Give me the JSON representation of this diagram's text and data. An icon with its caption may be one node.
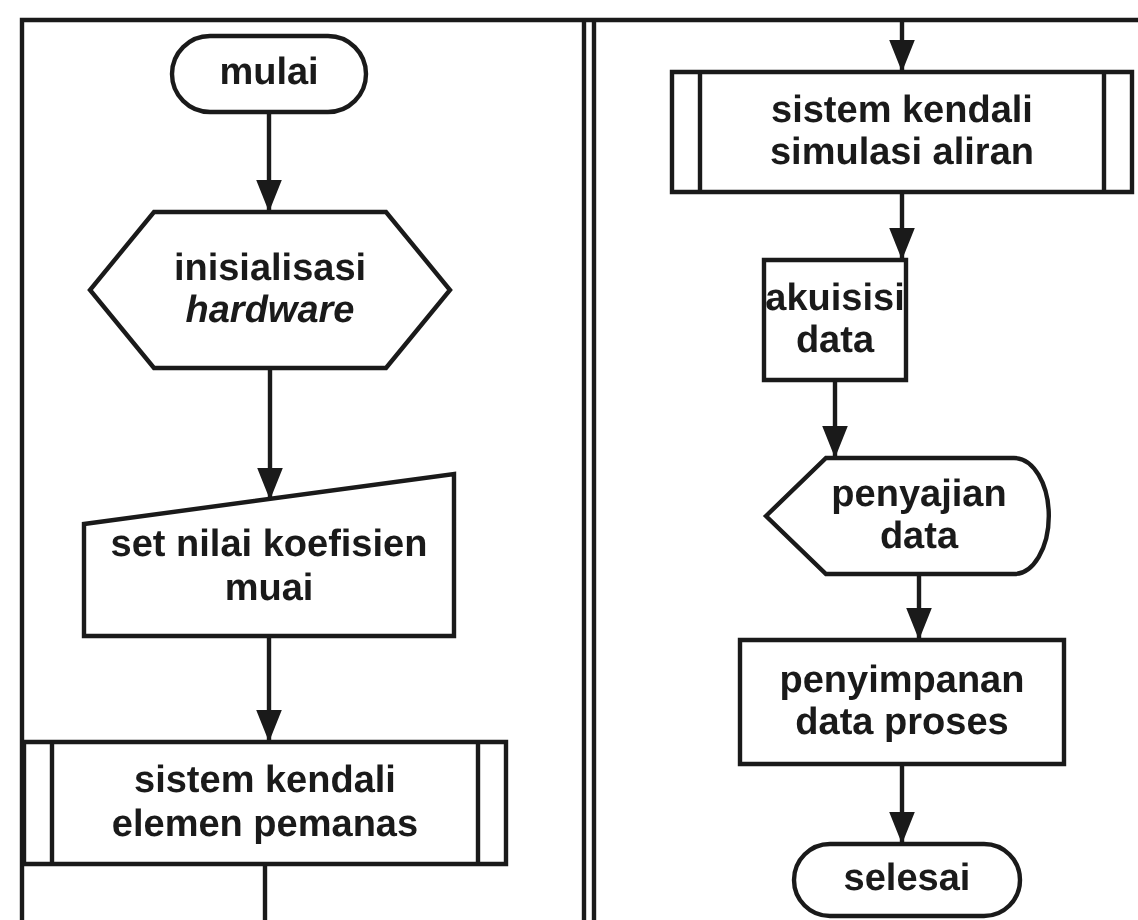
{
  "diagram": {
    "nodes": [
      {
        "text": [
          "mulai"
        ]
      },
      {
        "text": [
          "inisialisasi *hardware*"
        ]
      },
      {
        "text": [
          "set nilai koefisien muai"
        ]
      },
      {
        "text": [
          "sistem kendali elemen pemanas"
        ]
      },
      {
        "text": [
          "sistem kendali simulasi aliran"
        ]
      },
      {
        "text": [
          "akuisisi data"
        ]
      },
      {
        "text": [
          "penyajian data"
        ]
      },
      {
        "text": [
          "penyimpanan data proses"
        ]
      },
      {
        "text": [
          "selesai"
        ]
      }
    ],
    "edges": [
      {
        "from": 0,
        "to": 1,
        "arrow": "to"
      },
      {
        "from": 1,
        "to": 2,
        "arrow": "to"
      },
      {
        "from": 2,
        "to": 3,
        "arrow": "to"
      },
      {
        "from": 3,
        "to": null,
        "arrow": "none"
      },
      {
        "from": null,
        "to": 4,
        "arrow": "to"
      },
      {
        "from": 4,
        "to": 5,
        "arrow": "to"
      },
      {
        "from": 5,
        "to": 6,
        "arrow": "to"
      },
      {
        "from": 6,
        "to": 7,
        "arrow": "to"
      },
      {
        "from": 7,
        "to": 8,
        "arrow": "to"
      }
    ]
  }
}
